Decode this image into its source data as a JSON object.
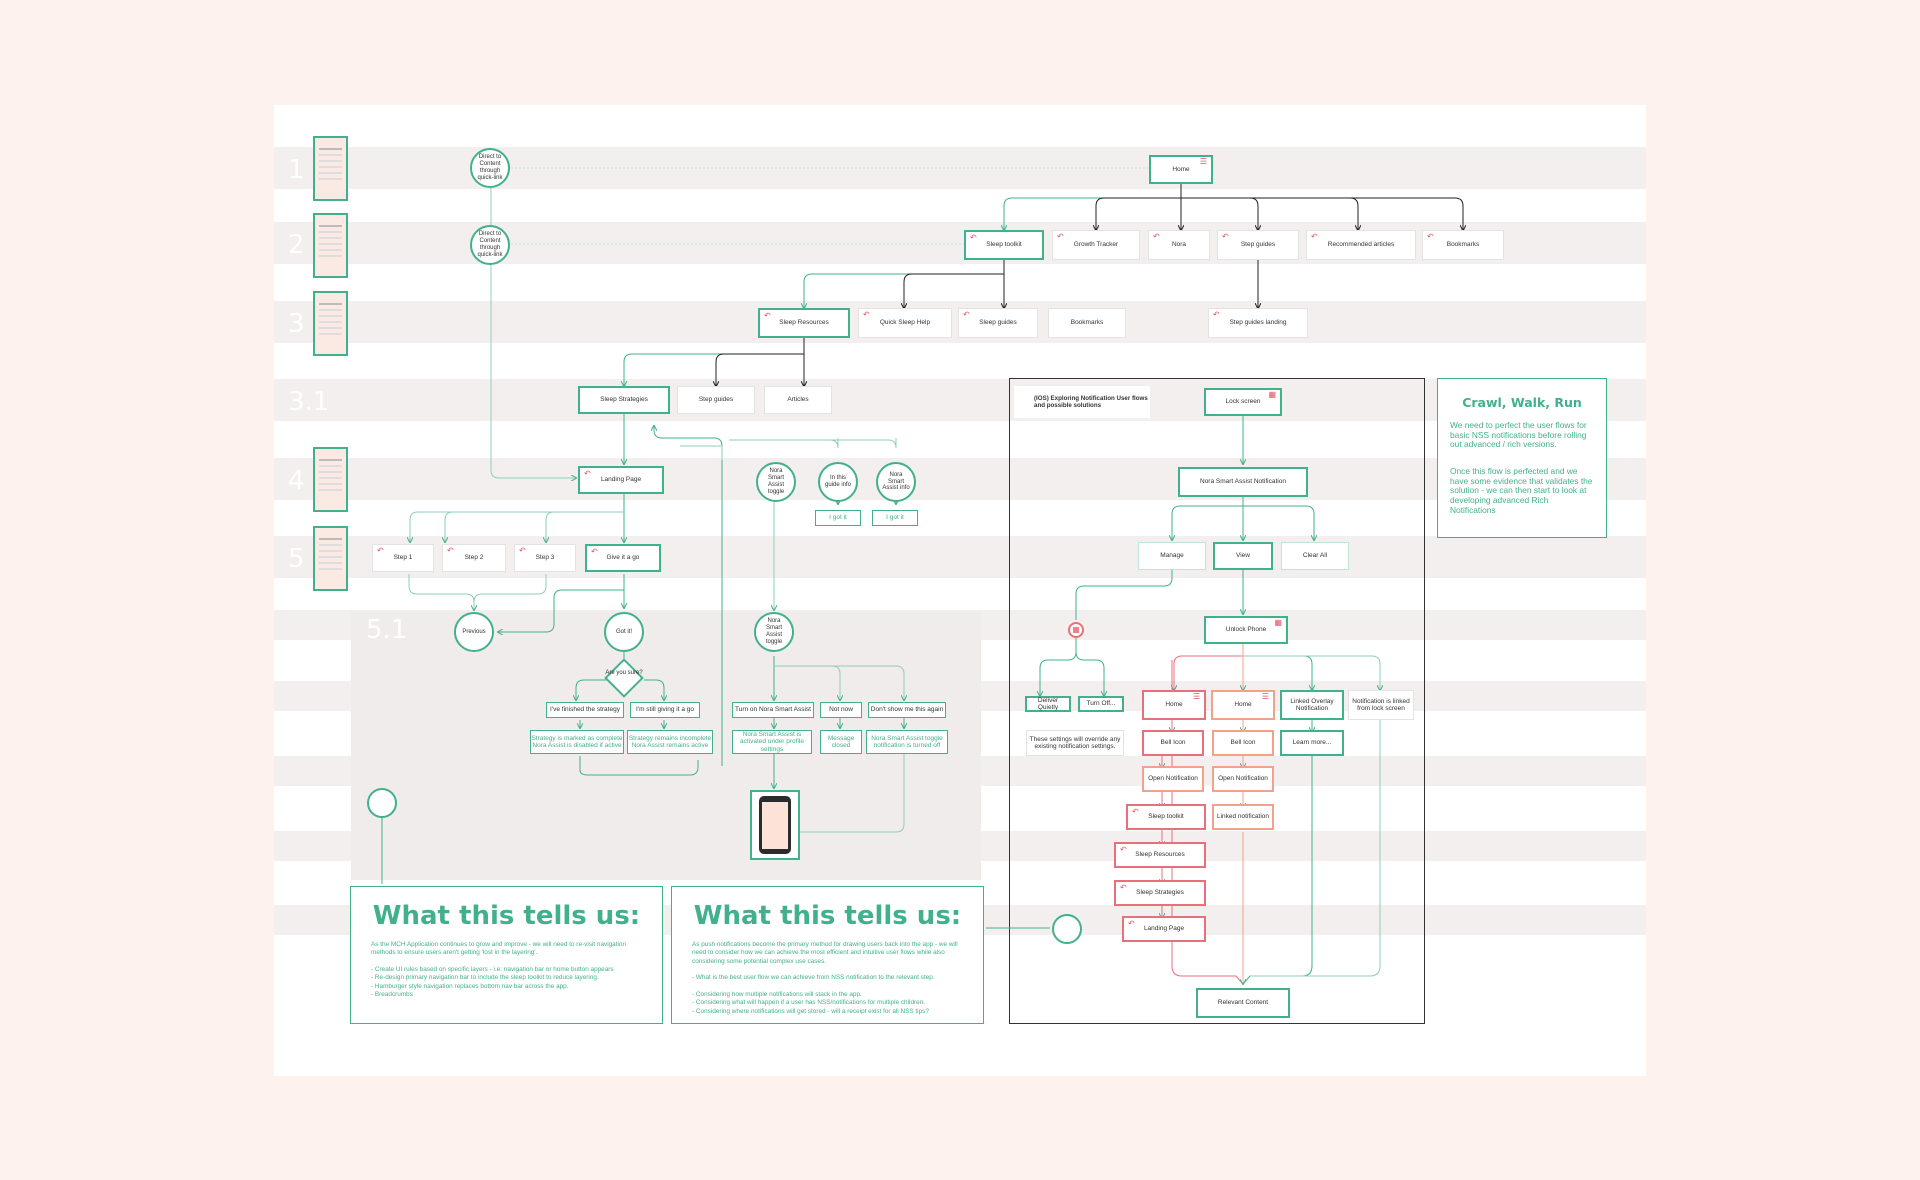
{
  "levels": {
    "l1": "1",
    "l2": "2",
    "l3": "3",
    "l31": "3.1",
    "l4": "4",
    "l5": "5",
    "l51": "5.1"
  },
  "entry": {
    "quick_link_1": "Direct to Content through quick-link",
    "quick_link_2": "Direct to Content through quick-link"
  },
  "nav": {
    "home": "Home",
    "level2": [
      "Sleep toolkit",
      "Growth Tracker",
      "Nora",
      "Step guides",
      "Recommended articles",
      "Bookmarks"
    ],
    "level3": [
      "Sleep Resources",
      "Quick Sleep Help",
      "Sleep guides",
      "Bookmarks",
      "Step guides landing"
    ],
    "level31": [
      "Sleep Strategies",
      "Step guides",
      "Articles"
    ],
    "landing": "Landing Page",
    "steps": [
      "Step 1",
      "Step 2",
      "Step 3",
      "Give it a go"
    ],
    "previous": "Previous",
    "got_it": "Got it!",
    "are_you_sure": "Are you sure?",
    "finished": "I've finished the strategy",
    "still_giving": "I'm still giving it a go",
    "finished_result": "Strategy is marked as complete Nora Assist is disabled if active",
    "still_result": "Strategy remains incomplete Nora Assist remains active"
  },
  "nora": {
    "toggle_top": "Nora Smart Assist toggle",
    "guide_info": "In this guide info",
    "assist_info": "Nora Smart Assist info",
    "got_it_1": "I got it",
    "got_it_2": "I got it",
    "toggle_bottom": "Nora Smart Assist toggle",
    "opts": [
      "Turn on Nora Smart Assist",
      "Not now",
      "Don't show me this again"
    ],
    "results": [
      "Nora Smart Assist is activated under profile settings",
      "Message closed",
      "Nora Smart Assist toggle notification is turned off"
    ]
  },
  "ios": {
    "title": "(IOS) Exploring Notification User flows and possible solutions",
    "lock": "Lock screen",
    "notification": "Nora Smart Assist Notification",
    "actions": [
      "Manage",
      "View",
      "Clear All"
    ],
    "unlock": "Unlock Phone",
    "deliver": "Deliver Quietly",
    "turn_off": "Turn Off...",
    "override": "These settings will override any existing notification settings.",
    "home_a": "Home",
    "home_b": "Home",
    "linked_overlay": "Linked Overlay Notification",
    "linked_lock": "Notification is linked from lock screen",
    "bell_a": "Bell Icon",
    "bell_b": "Bell Icon",
    "learn": "Learn more...",
    "open_a": "Open Notification",
    "open_b": "Open Notification",
    "toolkit": "Sleep toolkit",
    "linked_notif": "Linked notification",
    "resources": "Sleep Resources",
    "strategies": "Sleep Strategies",
    "landing": "Landing Page",
    "relevant": "Relevant Content"
  },
  "crawl": {
    "title": "Crawl, Walk, Run",
    "p1": "We need to perfect the user flows for basic NSS notifications before rolling out advanced / rich versions.",
    "p2": "Once this flow is perfected and we have some evidence that validates the solution - we can then start to look at developing advanced Rich Notifications"
  },
  "tells1": {
    "title": "What this tells us:",
    "body": "As the MCH Application continues to grow and improve - we will need to re-visit navigation methods to ensure users aren't getting 'lost in the layering'.\n\n- Create UI rules based on specific layers - i.e: navigation bar or home button appears\n- Re-design primary navigation bar to include the sleep toolkit to reduce layering.\n- Hamburger style navigation replaces bottom nav bar across the app.\n- Breadcrumbs"
  },
  "tells2": {
    "title": "What this tells us:",
    "body": "As push notifications become the primary method for drawing users back into the app - we will need to consider how we can achieve the most efficient and intuitive user flows while also considering some potential complex use cases.\n\n- What is the best user flow we can achieve from NSS notification to the relevant step.\n\n- Considering how multiple notifications will stack in the app.\n- Considering what will happen if a user has NSS/notifications for multiple children.\n- Considering where notifications will get stored - will a receipt exist for all NSS tips?"
  },
  "colors": {
    "accent": "#41b08c",
    "alert": "#e05561",
    "canvas": "#fdf2ee"
  }
}
